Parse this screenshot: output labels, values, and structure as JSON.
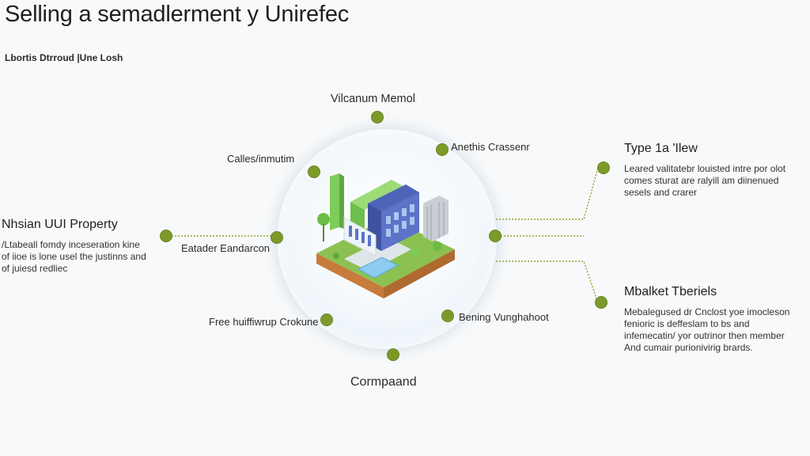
{
  "title": "Selling a semadlerment y Unirefec",
  "subtitle": "Lbortis Dtrroud |Une Losh",
  "center": {
    "top_label": "Vilcanum Memol",
    "bottom_label": "Cormpaand",
    "nodes": [
      {
        "label": "Calles/inmutim"
      },
      {
        "label": "Anethis Crassenr"
      },
      {
        "label": "Eatader Eandarcon"
      },
      {
        "label": "Free huiffiwrup Crokune"
      },
      {
        "label": "Bening Vunghahoot"
      }
    ]
  },
  "left_panel": {
    "heading": "Nhsian UUI Property",
    "body": "/Ltabeall fomdy inceseration kine\nof iioe is lone usel the justinns and\nof juiesd redliec"
  },
  "right_top": {
    "heading": "Type 1a 'Ilew",
    "body": "Leared valitatebr louisted intre por olot\ncomes sturat are ralyill am diinenued\nsesels and crarer"
  },
  "right_bottom": {
    "heading": "Mbalket Tberiels",
    "body": "Mebalegused dr Cnclost yoe imocleson\nfenioric is deffeslam to bs and\ninfemecatin/ yor outrinor then member\nAnd cumair purionivirig brards."
  },
  "colors": {
    "node": "#7c9a2a",
    "connector": "#8aa233",
    "sphere_edge": "#d6e4ee"
  }
}
